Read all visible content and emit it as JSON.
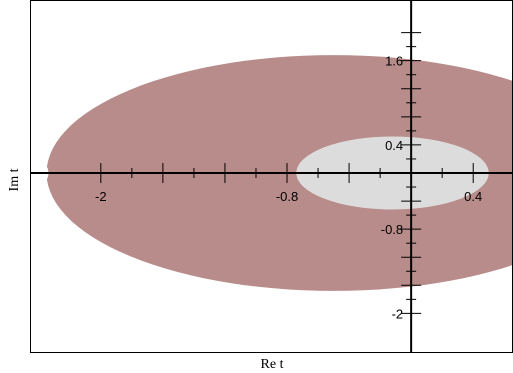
{
  "chart_data": {
    "type": "area",
    "xlabel": "Re t",
    "ylabel": "Im t",
    "xlim": [
      -2.45,
      0.65
    ],
    "ylim": [
      -2.55,
      2.45
    ],
    "x_ticks_major": [
      -2,
      -1.6,
      -1.2,
      -0.8,
      -0.4,
      0,
      0.4
    ],
    "x_ticks_minor": [
      -1.8,
      -1.4,
      -1.0,
      -0.6,
      -0.2,
      0.2
    ],
    "y_ticks_major": [
      -2,
      -1.6,
      -1.2,
      -0.8,
      -0.4,
      0,
      0.4,
      0.8,
      1.2,
      1.6,
      2.0
    ],
    "y_ticks_minor": [
      -1.8,
      -1.4,
      -1.0,
      -0.6,
      -0.2,
      0.2,
      0.6,
      1.0,
      1.4,
      1.8
    ],
    "x_tick_labels": [
      {
        "value": -2,
        "text": "-2"
      },
      {
        "value": -0.8,
        "text": "-0.8"
      },
      {
        "value": 0.4,
        "text": "0.4"
      }
    ],
    "y_tick_labels": [
      {
        "value": 1.6,
        "text": "1.6"
      },
      {
        "value": 0.4,
        "text": "0.4"
      },
      {
        "value": -0.8,
        "text": "-0.8"
      },
      {
        "value": -2,
        "text": "-2"
      }
    ],
    "regions": [
      {
        "kind": "outer",
        "color": "#b88c8a",
        "center": [
          -0.5,
          0
        ],
        "rx": 1.85,
        "ry": 1.68,
        "notch": [
          -2.35,
          0
        ]
      },
      {
        "kind": "inner",
        "color": "#dcdcdc",
        "center": [
          -0.12,
          0
        ],
        "rx": 0.62,
        "ry": 0.52
      }
    ],
    "colors": {
      "axis": "#000000",
      "frame": "#000000",
      "background": "#ffffff"
    }
  }
}
